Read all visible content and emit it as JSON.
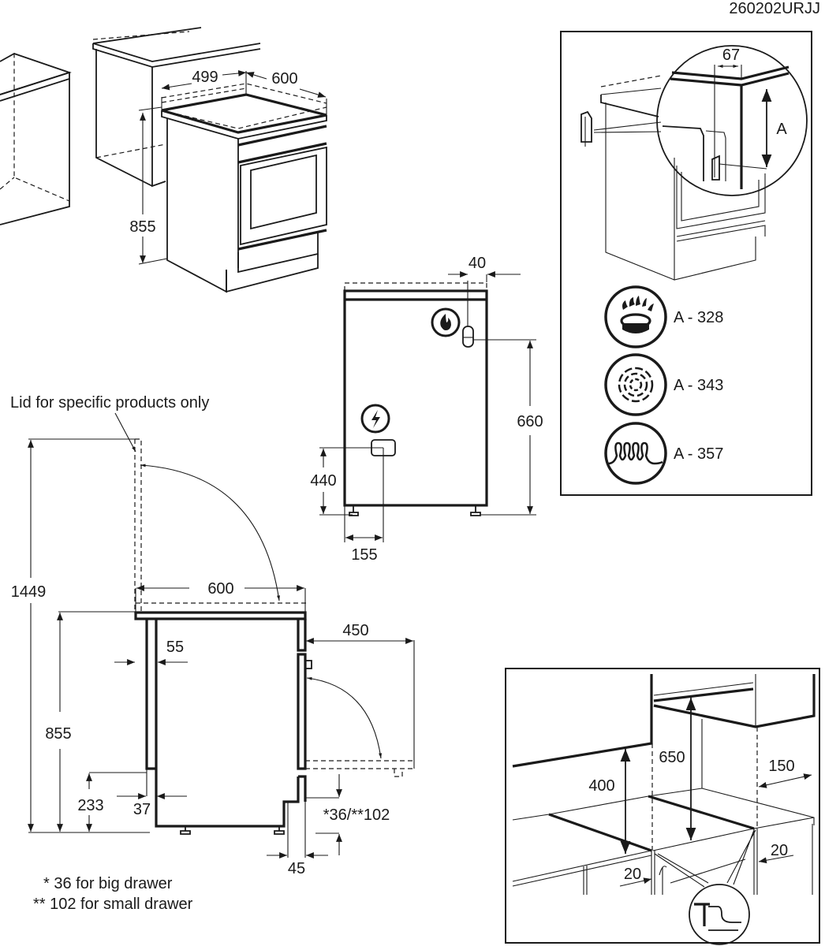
{
  "document_code": "260202URJJ",
  "perspective_view": {
    "dim_width_depth_left": "499",
    "dim_width_right": "600",
    "dim_height": "855"
  },
  "anti_tilt_panel": {
    "dim_offset": "67",
    "dim_label": "A",
    "variants": [
      {
        "icon": "gas-burner-icon",
        "label": "A - 328"
      },
      {
        "icon": "radiant-hob-icon",
        "label": "A - 343"
      },
      {
        "icon": "heating-coil-icon",
        "label": "A - 357"
      }
    ]
  },
  "rear_view": {
    "gas-icon": "flame-icon",
    "electric-icon": "lightning-icon",
    "dim_gas_offset": "40",
    "dim_gas_height": "660",
    "dim_electric_height": "440",
    "dim_electric_offset": "155"
  },
  "side_view": {
    "lid_note": "Lid for specific products only",
    "dim_total_height": "1449",
    "dim_depth": "600",
    "dim_height": "855",
    "dim_door_open": "450",
    "dim_back_gap": "55",
    "dim_plinth_height": "233",
    "dim_plinth_depth": "37",
    "dim_drawer": "*36/**102",
    "dim_front_gap": "45",
    "footnotes": [
      "* 36 for big drawer",
      "** 102 for small drawer"
    ]
  },
  "install_panel": {
    "dim_min_side_height": "400",
    "dim_min_hood_height": "650",
    "dim_side_clearance": "150",
    "dim_gap_left": "20",
    "dim_gap_right": "20"
  }
}
